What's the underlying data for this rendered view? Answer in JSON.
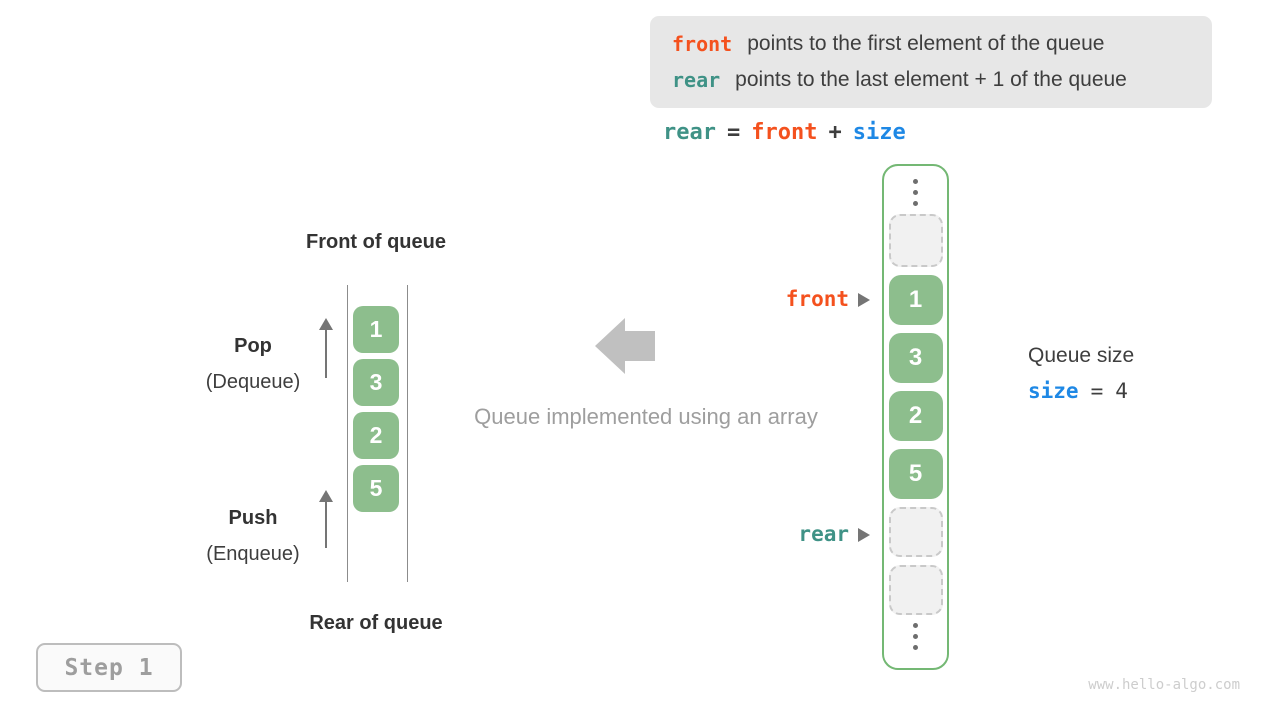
{
  "info_box": {
    "line1_keyword": "front",
    "line1_text": "points to the first element of the queue",
    "line2_keyword": "rear",
    "line2_text": "points to the last element + 1 of the queue"
  },
  "formula": {
    "lhs": "rear",
    "equals": "=",
    "operand1": "front",
    "plus": "+",
    "operand2": "size"
  },
  "left_queue": {
    "front_title": "Front of queue",
    "rear_title": "Rear of queue",
    "pop_title": "Pop",
    "pop_subtitle": "(Dequeue)",
    "push_title": "Push",
    "push_subtitle": "(Enqueue)",
    "values": [
      "1",
      "3",
      "2",
      "5"
    ]
  },
  "center": {
    "caption": "Queue implemented using an array",
    "arrow_icon": "left-block-arrow"
  },
  "array_view": {
    "top_ellipsis_icon": "vertical-ellipsis",
    "bottom_ellipsis_icon": "vertical-ellipsis",
    "front_pointer_label": "front",
    "rear_pointer_label": "rear",
    "pointer_icon": "right-arrowhead",
    "values": [
      "1",
      "3",
      "2",
      "5"
    ],
    "empty_slots_above": 1,
    "empty_slots_below": 2
  },
  "size_panel": {
    "title": "Queue size",
    "variable": "size",
    "equals": "=",
    "value": "4"
  },
  "step_badge": {
    "label": "Step 1"
  },
  "watermark": "www.hello-algo.com",
  "colors": {
    "keyword_orange": "#f4511e",
    "keyword_teal": "#3f9286",
    "keyword_blue": "#1e88e5",
    "cell_green": "#8dbe8d",
    "array_border_green": "#74b874",
    "legend_background": "#e7e7e7"
  }
}
